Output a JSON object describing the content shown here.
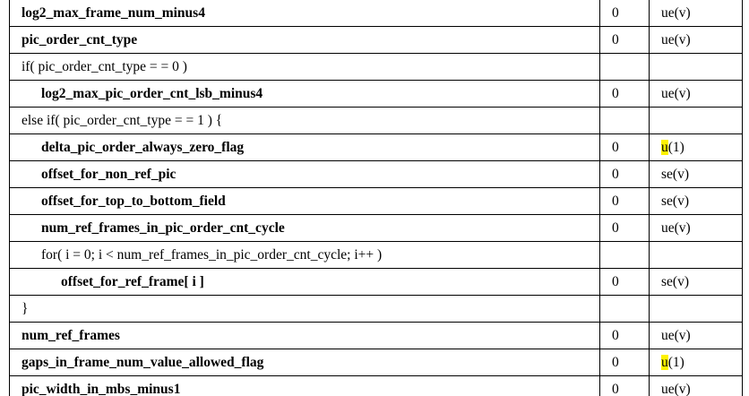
{
  "rows": [
    {
      "syntax": "log2_max_frame_num_minus4",
      "category": "0",
      "descriptor": "ue(v)"
    },
    {
      "syntax": "pic_order_cnt_type",
      "category": "0",
      "descriptor": "ue(v)"
    },
    {
      "syntax": "if( pic_order_cnt_type = = 0 )",
      "category": "",
      "descriptor": ""
    },
    {
      "syntax": "log2_max_pic_order_cnt_lsb_minus4",
      "category": "0",
      "descriptor": "ue(v)"
    },
    {
      "syntax": "else if( pic_order_cnt_type = = 1 ) {",
      "category": "",
      "descriptor": ""
    },
    {
      "syntax": "delta_pic_order_always_zero_flag",
      "category": "0",
      "descriptor_hl": "u",
      "descriptor_rest": "(1)"
    },
    {
      "syntax": "offset_for_non_ref_pic",
      "category": "0",
      "descriptor": "se(v)"
    },
    {
      "syntax": "offset_for_top_to_bottom_field",
      "category": "0",
      "descriptor": "se(v)"
    },
    {
      "syntax": "num_ref_frames_in_pic_order_cnt_cycle",
      "category": "0",
      "descriptor": "ue(v)"
    },
    {
      "syntax": "for( i = 0; i < num_ref_frames_in_pic_order_cnt_cycle; i++ )",
      "category": "",
      "descriptor": ""
    },
    {
      "syntax": "offset_for_ref_frame[ i ]",
      "category": "0",
      "descriptor": "se(v)"
    },
    {
      "syntax": "}",
      "category": "",
      "descriptor": ""
    },
    {
      "syntax": "num_ref_frames",
      "category": "0",
      "descriptor": "ue(v)"
    },
    {
      "syntax": "gaps_in_frame_num_value_allowed_flag",
      "category": "0",
      "descriptor_hl": "u",
      "descriptor_rest": "(1)"
    },
    {
      "syntax": "pic_width_in_mbs_minus1",
      "category": "0",
      "descriptor": "ue(v)"
    }
  ],
  "colors": {
    "highlight": "#fff200",
    "border": "#000000",
    "text": "#000000"
  }
}
